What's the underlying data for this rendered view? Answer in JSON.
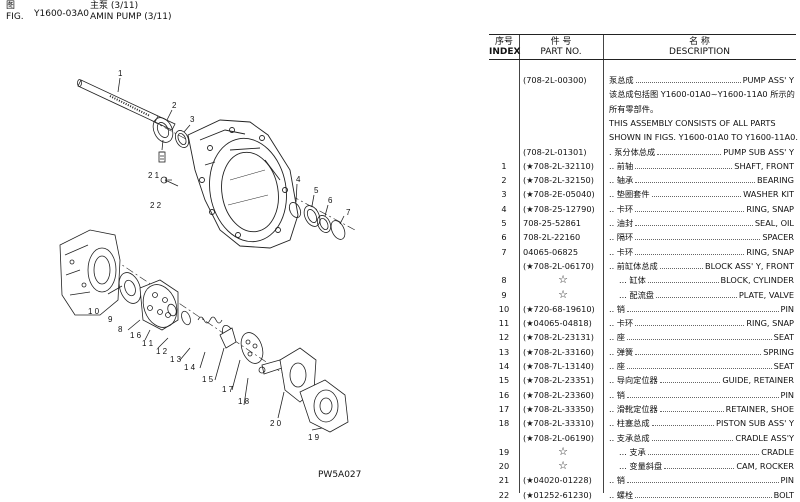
{
  "header": {
    "fig_zh": "图",
    "fig_en": "FIG.",
    "fig_no": "Y1600-03A0",
    "title_zh": "主泵  (3/11)",
    "title_en": "AMIN PUMP (3/11)"
  },
  "diagram": {
    "code": "PW5A027",
    "callouts": [
      "1",
      "2",
      "3",
      "4",
      "5",
      "6",
      "7",
      "8",
      "9",
      "10",
      "11",
      "12",
      "13",
      "14",
      "15",
      "16",
      "17",
      "18",
      "19",
      "20",
      "21",
      "22"
    ]
  },
  "table": {
    "headers": {
      "index_zh": "序号",
      "index_en": "INDEX",
      "part_zh": "件    号",
      "part_en": "PART NO.",
      "desc_zh": "名      称",
      "desc_en": "DESCRIPTION"
    },
    "rows": [
      {
        "idx": "",
        "pn": "(708-2L-00300)",
        "zh": "泵总成",
        "en": "PUMP ASS' Y",
        "ind": 0
      },
      {
        "idx": "",
        "pn": "",
        "text": "该总成包括图  Y1600-01A0~Y1600-11A0  所示的"
      },
      {
        "idx": "",
        "pn": "",
        "text": "所有零部件。"
      },
      {
        "idx": "",
        "pn": "",
        "text": "THIS   ASSEMBLY   CONSISTS   OF   ALL   PARTS"
      },
      {
        "idx": "",
        "pn": "",
        "text": "SHOWN IN FIGS. Y1600-01A0 TO Y1600-11A0."
      },
      {
        "idx": "",
        "pn": "(708-2L-01301)",
        "zh": ". 泵分体总成",
        "en": "PUMP SUB ASS' Y",
        "ind": 0
      },
      {
        "idx": "1",
        "pn": "(★708-2L-32110)",
        "zh": "..  前轴",
        "en": "SHAFT, FRONT",
        "ind": 0
      },
      {
        "idx": "2",
        "pn": "(★708-2L-32150)",
        "zh": "..  轴承",
        "en": "BEARING",
        "ind": 0
      },
      {
        "idx": "3",
        "pn": "(★708-2E-05040)",
        "zh": "..  垫圈套件",
        "en": "WASHER KIT",
        "ind": 0
      },
      {
        "idx": "4",
        "pn": "(★708-25-12790)",
        "zh": "..  卡环",
        "en": "RING, SNAP",
        "ind": 0
      },
      {
        "idx": "5",
        "pn": "708-25-52861",
        "zh": "..  油封",
        "en": "SEAL, OIL",
        "ind": 0
      },
      {
        "idx": "6",
        "pn": "708-2L-22160",
        "zh": "..  隔环",
        "en": "SPACER",
        "ind": 0
      },
      {
        "idx": "7",
        "pn": "04065-06825",
        "zh": "..  卡环",
        "en": "RING, SNAP",
        "ind": 0
      },
      {
        "idx": "",
        "pn": "(★708-2L-06170)",
        "zh": "..  前缸体总成",
        "en": "BLOCK ASS' Y, FRONT",
        "ind": 0
      },
      {
        "idx": "8",
        "pn": "",
        "star": "☆",
        "zh": "...  缸体",
        "en": "BLOCK, CYLINDER",
        "ind": 1
      },
      {
        "idx": "9",
        "pn": "",
        "star": "☆",
        "zh": "...  配流盘",
        "en": "PLATE, VALVE",
        "ind": 1
      },
      {
        "idx": "10",
        "pn": "(★720-68-19610)",
        "zh": "..  销",
        "en": "PIN",
        "ind": 0
      },
      {
        "idx": "11",
        "pn": "(★04065-04818)",
        "zh": "..  卡环",
        "en": "RING, SNAP",
        "ind": 0
      },
      {
        "idx": "12",
        "pn": "(★708-2L-23131)",
        "zh": "..  座",
        "en": "SEAT",
        "ind": 0
      },
      {
        "idx": "13",
        "pn": "(★708-2L-33160)",
        "zh": "..  弹簧",
        "en": "SPRING",
        "ind": 0
      },
      {
        "idx": "14",
        "pn": "(★708-7L-13140)",
        "zh": "..  座",
        "en": "SEAT",
        "ind": 0
      },
      {
        "idx": "15",
        "pn": "(★708-2L-23351)",
        "zh": "..  导向定位器",
        "en": "GUIDE, RETAINER",
        "ind": 0
      },
      {
        "idx": "16",
        "pn": "(★708-2L-23360)",
        "zh": "..  销",
        "en": "PIN",
        "ind": 0
      },
      {
        "idx": "17",
        "pn": "(★708-2L-33350)",
        "zh": "..  滑靴定位器",
        "en": "RETAINER, SHOE",
        "ind": 0
      },
      {
        "idx": "18",
        "pn": "(★708-2L-33310)",
        "zh": "..  柱塞总成",
        "en": "PISTON SUB ASS' Y",
        "ind": 0
      },
      {
        "idx": "",
        "pn": "(★708-2L-06190)",
        "zh": "..  支承总成",
        "en": "CRADLE ASS'Y",
        "ind": 0
      },
      {
        "idx": "19",
        "pn": "",
        "star": "☆",
        "zh": "...  支承",
        "en": "CRADLE",
        "ind": 1
      },
      {
        "idx": "20",
        "pn": "",
        "star": "☆",
        "zh": "...  变量斜盘",
        "en": "CAM, ROCKER",
        "ind": 1
      },
      {
        "idx": "21",
        "pn": "(★04020-01228)",
        "zh": "..  销",
        "en": "PIN",
        "ind": 0
      },
      {
        "idx": "22",
        "pn": "(★01252-61230)",
        "zh": "..  螺栓",
        "en": "BOLT",
        "ind": 0
      }
    ]
  }
}
